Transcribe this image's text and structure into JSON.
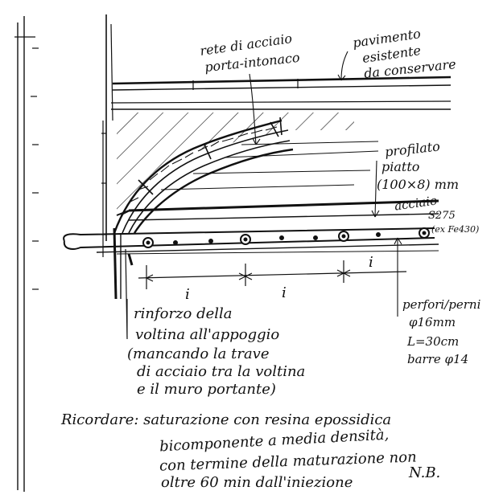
{
  "labels": {
    "rete_line1": "rete di acciaio",
    "rete_line2": "porta-intonaco",
    "pav_line1": "pavimento",
    "pav_line2": "esistente",
    "pav_line3": "da conservare",
    "prof_line1": "profilato",
    "prof_line2": "piatto",
    "prof_line3": "(100×8) mm",
    "prof_line4": "acciaio",
    "prof_line5": "S275",
    "prof_line6": "(ex Fe430)",
    "spacing": "i",
    "perni_line1": "perfori/perni",
    "perni_line2": "φ16mm",
    "perni_line3": "L=30cm",
    "perni_line4": "barre φ14",
    "rinforzo_line1": "rinforzo della",
    "rinforzo_line2": "voltina all'appoggio",
    "rinforzo_line3": "(mancando la trave",
    "rinforzo_line4": "di acciaio tra la voltina",
    "rinforzo_line5": "e il muro portante)"
  },
  "note": {
    "line1": "Ricordare: saturazione con resina epossidica",
    "line2": "bicomponente a media densità,",
    "line3": "con termine della maturazione non",
    "line4": "oltre 60 min dall'iniezione",
    "signature": "N.B."
  }
}
